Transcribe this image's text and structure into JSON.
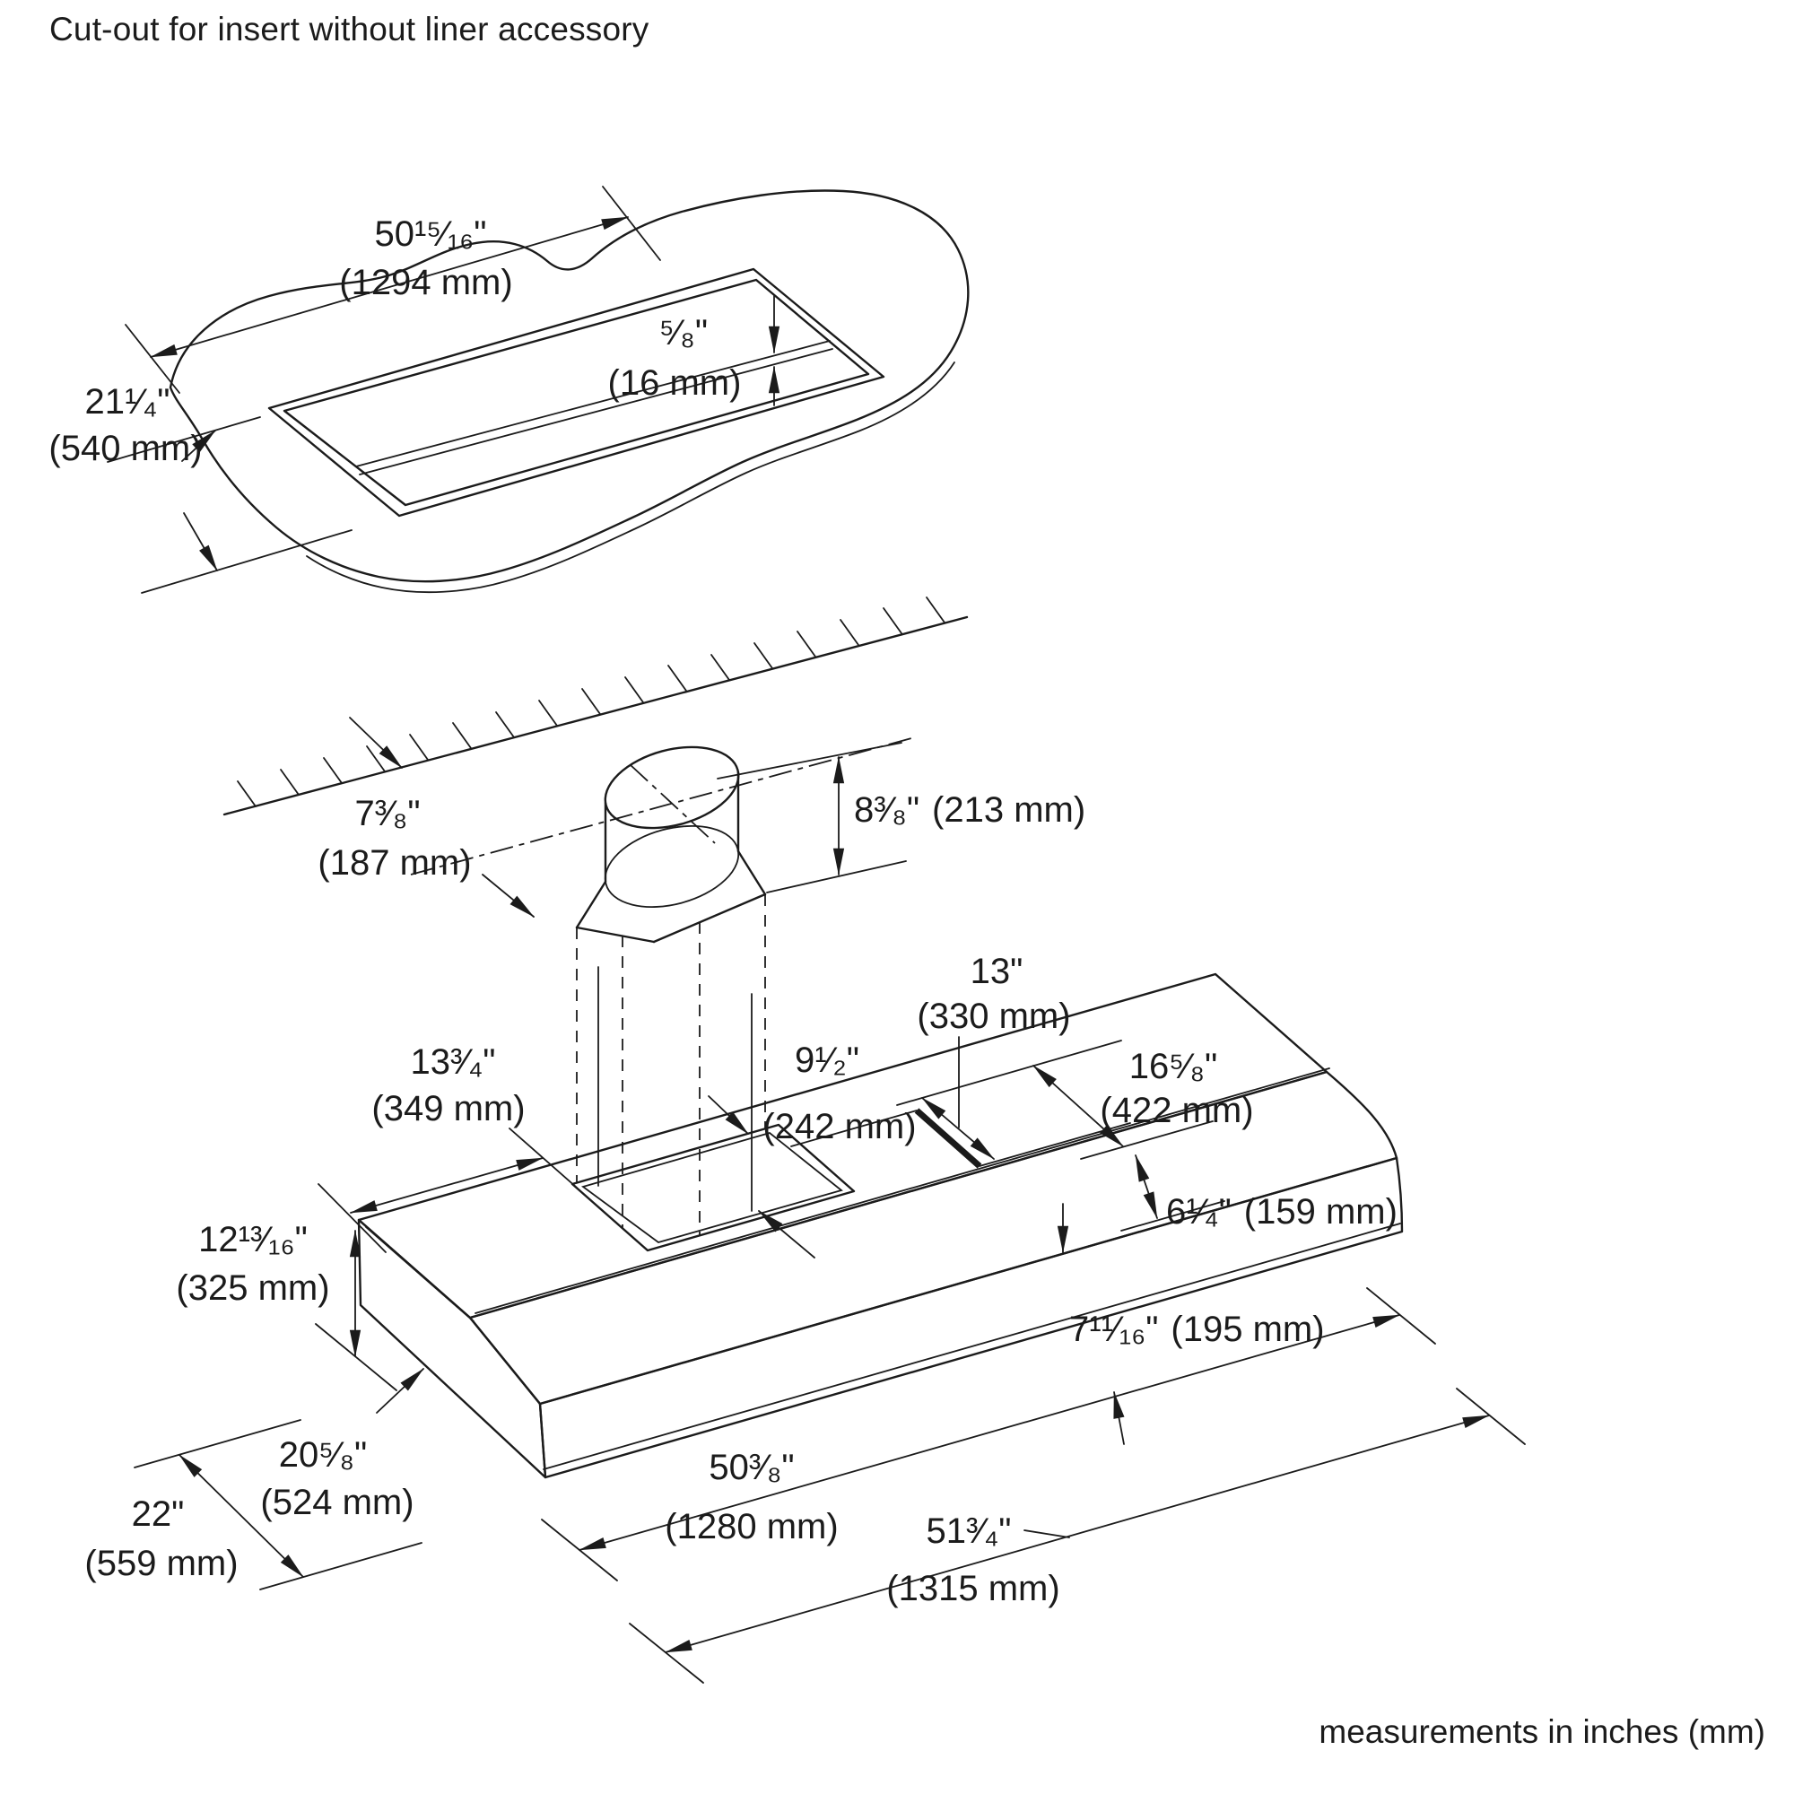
{
  "title": "Cut-out for insert without liner accessory",
  "footer_note": "measurements in inches (mm)",
  "cutout_diagram": {
    "name": "countertop cut-out (top view)",
    "dims": {
      "cutout_width": {
        "in": "50¹⁵⁄₁₆\"",
        "mm": "(1294 mm)"
      },
      "lip": {
        "in": "⁵⁄₈\"",
        "mm": "(16 mm)"
      },
      "cutout_depth": {
        "in": "21¹⁄₄\"",
        "mm": "(540 mm)"
      }
    }
  },
  "hood_diagram": {
    "name": "hood insert (isometric view)",
    "dims": {
      "duct_stub_height": {
        "in": "8³⁄₈\"",
        "mm": "(213 mm)"
      },
      "duct_to_wall": {
        "in": "7³⁄₈\"",
        "mm": "(187 mm)"
      },
      "duct_offset_left": {
        "in": "13³⁄₄\"",
        "mm": "(349 mm)"
      },
      "duct_width": {
        "in": "9¹⁄₂\"",
        "mm": "(242 mm)"
      },
      "liner_depth": {
        "in": "13\"",
        "mm": "(330 mm)"
      },
      "top_depth": {
        "in": "16⁵⁄₈\"",
        "mm": "(422 mm)"
      },
      "apron_height": {
        "in": "6¹⁄₄\"",
        "mm": "(159 mm)"
      },
      "front_height": {
        "in": "7¹¹⁄₁₆\"",
        "mm": "(195 mm)"
      },
      "left_end_height": {
        "in": "12¹³⁄₁₆\"",
        "mm": "(325 mm)"
      },
      "base_depth": {
        "in": "20⁵⁄₈\"",
        "mm": "(524 mm)"
      },
      "total_depth": {
        "in": "22\"",
        "mm": "(559 mm)"
      },
      "base_width": {
        "in": "50³⁄₈\"",
        "mm": "(1280 mm)"
      },
      "total_width": {
        "in": "51³⁄₄\"",
        "mm": "(1315 mm)"
      }
    }
  }
}
